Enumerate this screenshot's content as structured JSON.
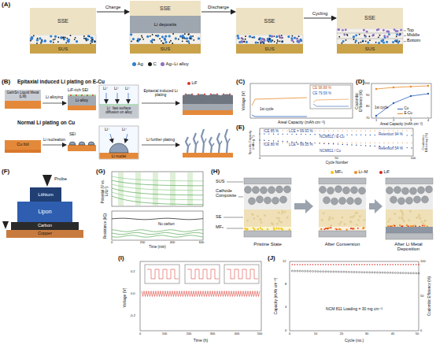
{
  "diagram": {
    "nodes": [
      {
        "text": [
          "SSE"
        ]
      },
      {
        "text": [
          "SUS"
        ]
      },
      {
        "text": [
          "SSE"
        ]
      },
      {
        "text": [
          "Li deposits"
        ]
      },
      {
        "text": [
          "SUS"
        ]
      },
      {
        "text": [
          "SSE"
        ]
      },
      {
        "text": [
          "SUS"
        ]
      },
      {
        "text": [
          "SSE"
        ]
      },
      {
        "text": [
          "SUS"
        ]
      },
      {
        "text": [
          "GaInSn Liquid Metal (LM)"
        ]
      },
      {
        "text": [
          "Li-alloy"
        ]
      },
      {
        "text": [
          "Cu foil"
        ]
      },
      {
        "text": [
          "Lithium"
        ]
      },
      {
        "text": [
          "Lipon"
        ]
      },
      {
        "text": [
          "Carbon"
        ]
      },
      {
        "text": [
          "Copper"
        ]
      }
    ],
    "edges": [
      {
        "from": 0,
        "to": 2,
        "arrow": "to",
        "label": "Charge"
      },
      {
        "from": 2,
        "to": 5,
        "arrow": "to",
        "label": "Discharge"
      },
      {
        "from": 5,
        "to": 7,
        "arrow": "to",
        "label": "Cycling"
      }
    ],
    "labels": [
      "(A)",
      "Top",
      "Middle",
      "Bottom",
      "(B)",
      "Epitaxial induced Li plating on E-Cu",
      "Li alloying",
      "LiF-rich SEI",
      "Li⁺",
      "Li⁺",
      "Li⁺",
      "Li⁺ fast surface diffusion on alloy",
      "Epitaxial induced Li plating",
      "Normal Li plating on Cu",
      "Li nucleation",
      "SEI",
      "Li⁺",
      "Li⁺",
      "Li nuclei",
      "Li further plating",
      "(C)",
      "Voltage (V)",
      "Areal Capacity (mAh cm⁻²)",
      "CE 98.88 %",
      "CE 79.58 %",
      "1st cycle",
      "(D)",
      "Coulombic Efficiency (%)",
      "100",
      "90",
      "80",
      "70",
      "1",
      "2",
      "3",
      "4",
      "Areal Capacity (mAh cm⁻²)",
      "1st cycle",
      "(E)",
      "Specific Capacity (mAh g⁻¹)",
      "Coulombic Efficiency (%)",
      "ICE 85 %",
      "LCE = 99.93 %",
      "NCM811 / E-Cu",
      "Retention 94 %",
      "ICE 80 %",
      "LCE = 99.35 %",
      "NCM811 / Cu",
      "Retention 54 %",
      "Cycle Number",
      "0",
      "50",
      "100",
      "(F)",
      "Probe",
      "(G)",
      "Potential (V vs. Li/Li⁺)",
      "Resistance (kΩ)",
      "No carbon",
      "Time (min)",
      "0",
      "200",
      "400",
      "600",
      "(H)",
      "SUS",
      "Cathode Composite",
      "SE",
      "MFₓ",
      "Pristine State",
      "After Conversion",
      "After Li Metal Deposition",
      "(I)",
      "Voltage (V)",
      "0.2",
      "0.0",
      "-0.2",
      "0",
      "100",
      "200",
      "300",
      "400",
      "500",
      "Time (h)",
      "(J)",
      "Capacity (mAh cm⁻²)",
      "Coulombic Efficiency (%)",
      "NCM 811 Loading = 30 mg cm⁻²",
      "0",
      "4",
      "8",
      "12",
      "0",
      "50",
      "100",
      "0",
      "10",
      "20",
      "30",
      "40",
      "50",
      "Cycle (no.)"
    ],
    "legend": [
      {
        "text": "Ag",
        "color": "#2f7fd0"
      },
      {
        "text": "C",
        "color": "#1a1a1a"
      },
      {
        "text": "Ag–Li alloy",
        "color": "#8e6fc0"
      },
      {
        "text": "LiF",
        "color": "#e0312b"
      },
      {
        "text": "Cu"
      },
      {
        "text": "E-Cu"
      },
      {
        "text": "MFₓ",
        "color": "#f2c41c"
      },
      {
        "text": "Li–M",
        "color": "#f08a24"
      },
      {
        "text": "LiF",
        "color": "#d7261e"
      }
    ]
  }
}
